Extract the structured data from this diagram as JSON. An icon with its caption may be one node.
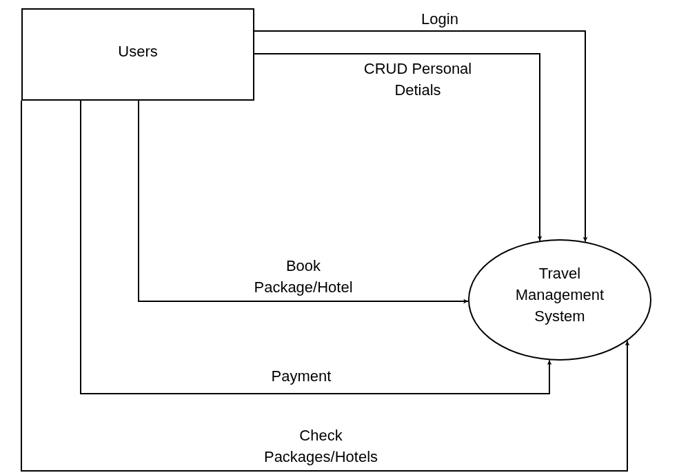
{
  "diagram": {
    "nodes": [
      {
        "text": [
          "Users"
        ]
      },
      {
        "text": [
          "Travel Management System"
        ]
      }
    ],
    "edges": [
      {
        "from": 0,
        "to": 1,
        "arrow": "to",
        "label": "Login"
      },
      {
        "from": 0,
        "to": 1,
        "arrow": "to",
        "label": "CRUD Personal Detials"
      },
      {
        "from": 0,
        "to": 1,
        "arrow": "to",
        "label": "Book Package/Hotel"
      },
      {
        "from": 0,
        "to": 1,
        "arrow": "to",
        "label": "Payment"
      },
      {
        "from": 0,
        "to": 1,
        "arrow": "to",
        "label": "Check Packages/Hotels"
      }
    ]
  }
}
